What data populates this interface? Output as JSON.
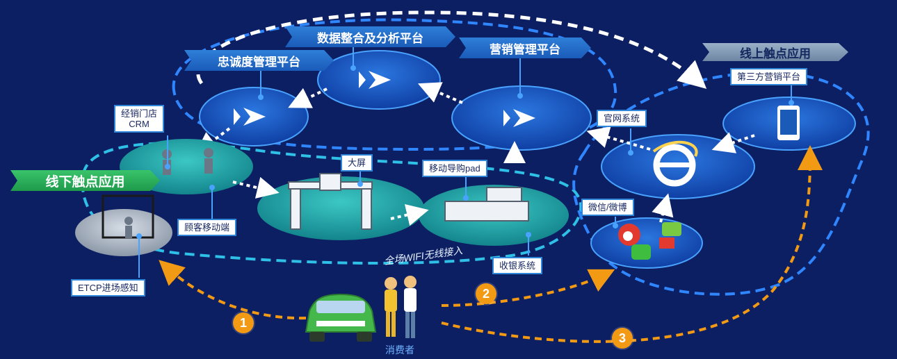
{
  "banners": {
    "offline": "线下触点应用",
    "loyalty": "忠诚度管理平台",
    "data": "数据整合及分析平台",
    "marketing": "营销管理平台",
    "online": "线上触点应用"
  },
  "labels": {
    "crm": "经销门店\nCRM",
    "big_screen": "大屏",
    "mobile_pad": "移动导购pad",
    "customer_mobile": "顾客移动端",
    "cashier": "收银系统",
    "etcp": "ETCP进场感知",
    "website": "官网系统",
    "wechat": "微信/微博",
    "third_party": "第三方营销平台"
  },
  "wifi": "全场WIFI无线接入",
  "consumer": "消费者",
  "steps": [
    "1",
    "2",
    "3"
  ],
  "colors": {
    "background": "#0d1f63",
    "platform_blue": "#1a5bb8",
    "teal": "#1aa6a8",
    "orange_path": "#f39a14",
    "green_banner": "#1f9a4b"
  }
}
